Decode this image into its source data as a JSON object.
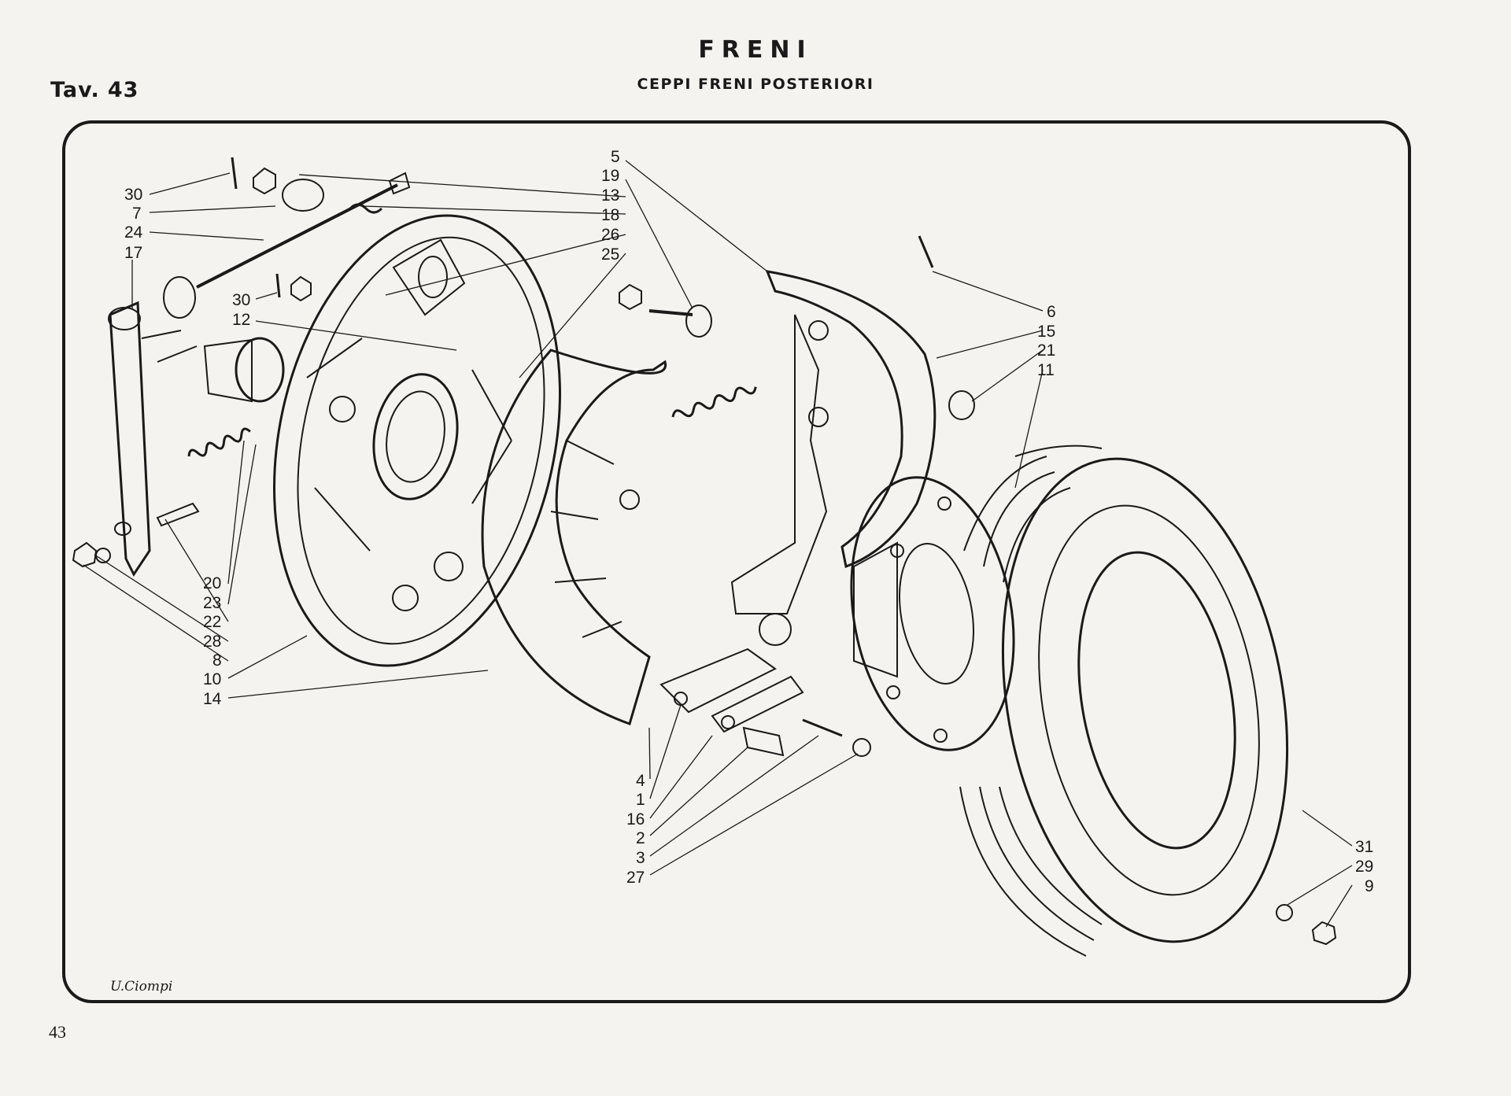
{
  "header": {
    "title": "FRENI",
    "subtitle": "CEPPI FRENI POSTERIORI",
    "plate_prefix": "Tav.",
    "plate_number": "43"
  },
  "callouts": {
    "left": [
      "30",
      "7",
      "24",
      "17",
      "30",
      "12",
      "20",
      "23",
      "22",
      "28",
      "8",
      "10",
      "14"
    ],
    "top_center": [
      "5",
      "19",
      "13",
      "18",
      "26",
      "25"
    ],
    "right_upper": [
      "6",
      "15",
      "21",
      "11"
    ],
    "bottom_center": [
      "4",
      "1",
      "16",
      "2",
      "3",
      "27"
    ],
    "right_lower": [
      "31",
      "29",
      "9"
    ]
  },
  "signature": "U.Ciompi",
  "page_number": "43"
}
